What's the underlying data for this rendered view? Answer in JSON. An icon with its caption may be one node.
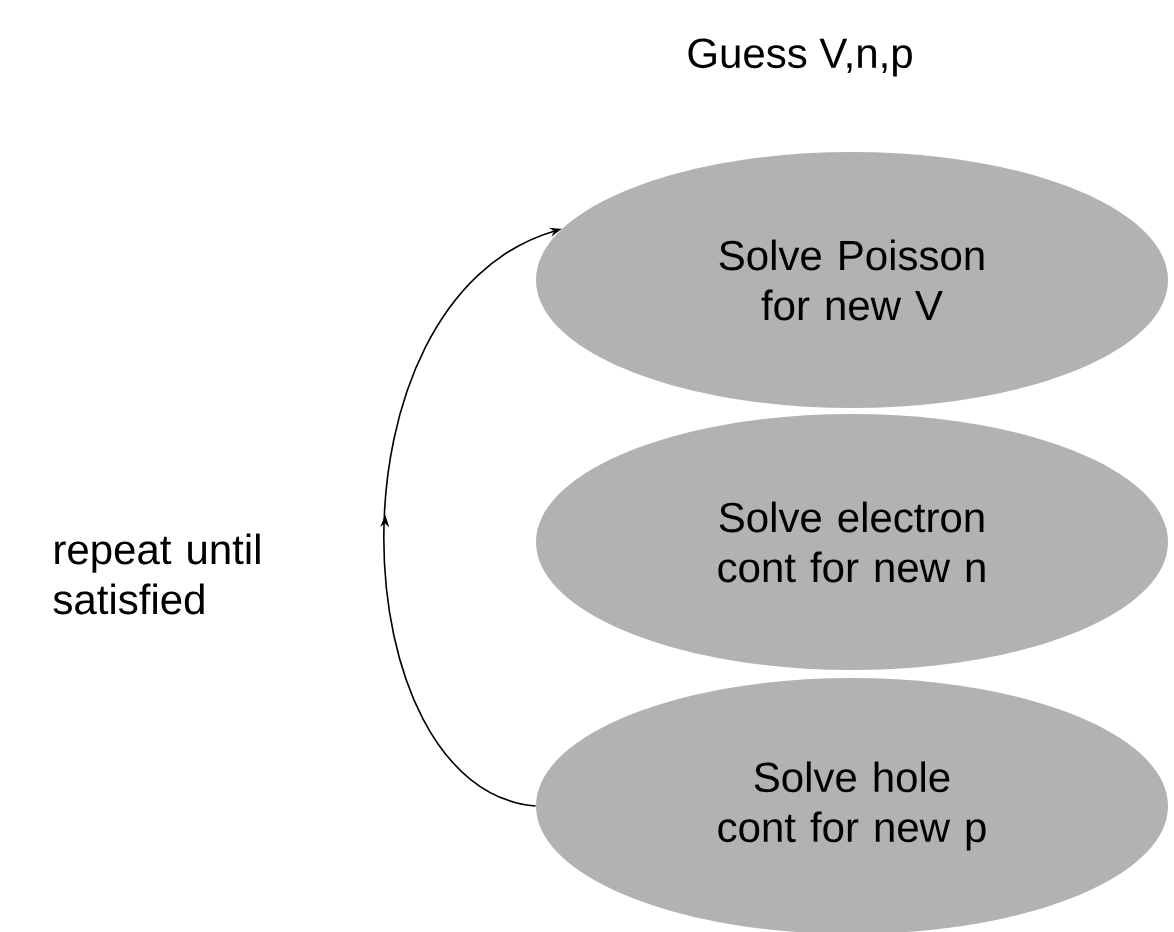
{
  "diagram": {
    "title": "Guess V,n,p",
    "nodes": [
      {
        "text": [
          "Solve Poisson for new V"
        ]
      },
      {
        "text": [
          "Solve electron cont for new  n"
        ]
      },
      {
        "text": [
          "Solve hole cont for new p"
        ]
      }
    ],
    "edges": [
      {
        "from": 2,
        "to": 0,
        "arrow": "to"
      }
    ],
    "labels": [
      "repeat until satisfied"
    ]
  }
}
